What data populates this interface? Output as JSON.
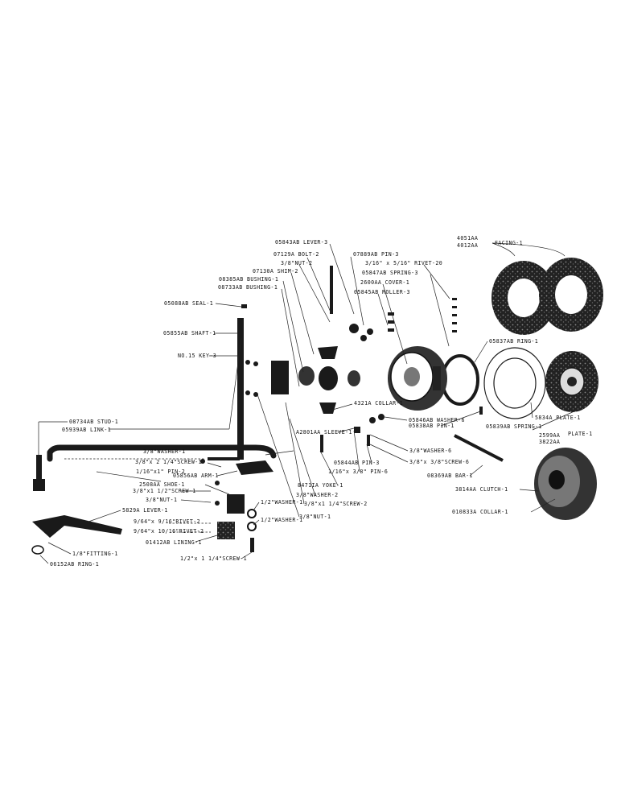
{
  "labels": {
    "lever_05843ab": "05843AB LEVER-3",
    "bolt_07129a": "07129A BOLT-2",
    "nut_3_8_2": "3/8\"NUT-2",
    "shim_07130a": "07130A SHIM-2",
    "bushing_08385ab": "08385AB BUSHING-1",
    "bushing_08733ab": "08733AB BUSHING-1",
    "pin_07889ab": "07889AB PIN-3",
    "rivet_3_16": "3/16\" x 5/16\" RIVET-20",
    "spring_05847ab": "05847AB SPRING-3",
    "cover_2600aa": "2600AA COVER-1",
    "roller_05845ab": "05845AB ROLLER-3",
    "facing_4051aa": "4051AA",
    "facing_4012aa": "4012AA",
    "facing": "FACING-1",
    "seal_05088ab": "05088AB SEAL-1",
    "shaft_05855ab": "05855AB SHAFT-1",
    "key_no15": "NO.15 KEY-3",
    "ring_05837ab": "05837AB RING-1",
    "collar_4321a": "4321A COLLAR-1",
    "stud_08734ab": "08734AB STUD-1",
    "link_05939ab": "05939AB LINK-1",
    "washer_05846ab": "05846AB WASHER-6",
    "pin_05838ab": "05838AB PIN-1",
    "spring_05839ab": "05839AB SPRING-1",
    "plate_5834a": "5834A PLATE-1",
    "plate_2599aa": "2599AA",
    "plate_3822aa": "3822AA",
    "plate": "PLATE-1",
    "sleeve_a2801aa": "A2801AA SLEEVE-1",
    "washer_3_8_1": "3/8\"WASHER-1",
    "screw_3_8_2_1_4": "3/8\"x 2 1/4\"SCREW-1",
    "pin_1_16": "1/16\"x1\" PIN-2",
    "arm_05856ab": "05856AB ARM-1",
    "shoe_2508aa": "2508AA SHOE-1",
    "screw_3_8_1_1_2": "3/8\"x1 1/2\"SCREW-1",
    "nut_3_8_1": "3/8\"NUT-1",
    "lever_5829a": "5829A LEVER-1",
    "rivet_9_64_9_16": "9/64\"x 9/16\"RIVET-2",
    "rivet_9_64_10_16": "9/64\"x 10/16\"RIVET-2",
    "lining_01412ab": "01412AB LINING-1",
    "fitting_1_8": "1/8\"FITTING-1",
    "ring_06152ab": "06152AB RING-1",
    "screw_1_2": "1/2\"x 1 1/4\"SCREW-1",
    "washer_1_2_a": "1/2\"WASHER-1",
    "washer_1_2_b": "1/2\"WASHER-1",
    "pin_05844ab": "05844AB PIN-3",
    "pin_1_16_3_8": "1/16\"x 3/8\" PIN-6",
    "yoke_8471ia": "8471IA YOKE-1",
    "washer_3_8_2": "3/8\"WASHER-2",
    "screw_3_8_1_1_4": "3/8\"x1 1/4\"SCREW-2",
    "nut_3_8_b": "3/8\"NUT-1",
    "washer_3_8_6": "3/8\"WASHER-6",
    "screw_3_8_3_8": "3/8\"x 3/8\"SCREW-6",
    "bar_08369ab": "08369AB BAR-1",
    "clutch_3814aa": "3814AA CLUTCH-1",
    "collar_010833a": "010833A COLLAR-1"
  }
}
